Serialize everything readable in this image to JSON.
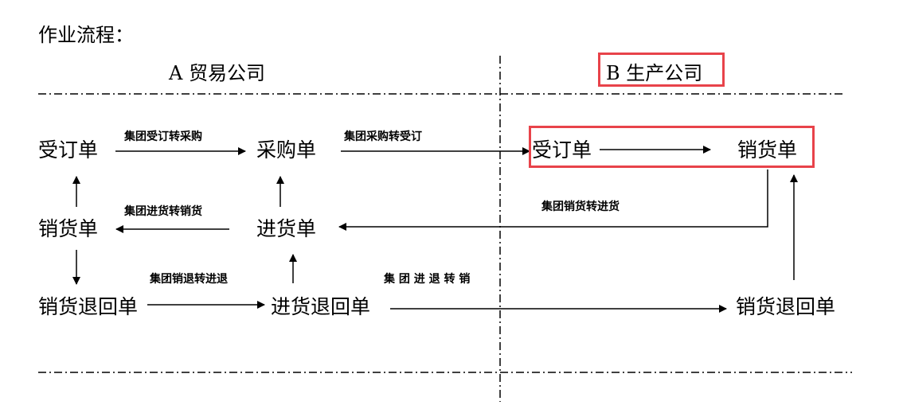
{
  "title": "作业流程：",
  "columns": {
    "a": "A 贸易公司",
    "b": "B 生产公司"
  },
  "nodes": {
    "a_order": "受订单",
    "a_purchase": "采购单",
    "a_sales": "销货单",
    "a_receipt": "进货单",
    "a_sales_return": "销货退回单",
    "a_purchase_return": "进货退回单",
    "b_order": "受订单",
    "b_sales": "销货单",
    "b_sales_return": "销货退回单"
  },
  "edge_labels": {
    "order_to_purchase": "集团受订转采购",
    "purchase_to_order": "集团采购转受订",
    "receipt_to_sales": "集团进货转销货",
    "sales_to_receipt": "集团销货转进货",
    "salesreturn_to_purchasereturn": "集团销退转进退",
    "purchasereturn_to_salesreturn": "集 团 进 退 转 销"
  },
  "colors": {
    "highlight": "#e8434a",
    "line": "#000000"
  }
}
